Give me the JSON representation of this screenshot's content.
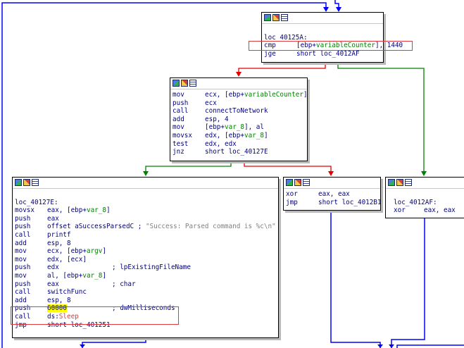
{
  "colors": {
    "edge_true": "#007f00",
    "edge_false": "#e00000",
    "edge_normal": "#0000ff",
    "highlight_box": "#e0393e",
    "code_text": "#000080",
    "var_text": "#008000",
    "string_text": "#808080"
  },
  "icons": [
    "graph-view-icon",
    "edit-node-icon",
    "list-view-icon"
  ],
  "node_top": {
    "label": "loc_40125A:",
    "l1": {
      "mn": "cmp",
      "a": "[ebp+",
      "v": "variableCounter",
      "b": "], 1440"
    },
    "l2": {
      "mn": "jge",
      "a": "short loc_4012AF"
    }
  },
  "node_mid": {
    "l1": {
      "mn": "mov",
      "a": "ecx, [ebp+",
      "v": "variableCounter",
      "b": "]"
    },
    "l2": {
      "mn": "push",
      "a": "ecx"
    },
    "l3": {
      "mn": "call",
      "a": "connectToNetwork"
    },
    "l4": {
      "mn": "add",
      "a": "esp, 4"
    },
    "l5": {
      "mn": "mov",
      "a": "[ebp+",
      "v": "var_8",
      "b": "], al"
    },
    "l6": {
      "mn": "movsx",
      "a": "edx, [ebp+",
      "v": "var_8",
      "b": "]"
    },
    "l7": {
      "mn": "test",
      "a": "edx, edx"
    },
    "l8": {
      "mn": "jnz",
      "a": "short loc_40127E"
    }
  },
  "node_left": {
    "label": "loc_40127E:",
    "l1": {
      "mn": "movsx",
      "a": "eax, [ebp+",
      "v": "var_8",
      "b": "]"
    },
    "l2": {
      "mn": "push",
      "a": "eax"
    },
    "l3": {
      "mn": "push",
      "a": "offset aSuccessParsedC ",
      "c": "; ",
      "s": "\"Success: Parsed command is %c\\n\""
    },
    "l4": {
      "mn": "call",
      "a": "printf"
    },
    "l5": {
      "mn": "add",
      "a": "esp, 8"
    },
    "l6": {
      "mn": "mov",
      "a": "ecx, [ebp+",
      "v": "argv",
      "b": "]"
    },
    "l7": {
      "mn": "mov",
      "a": "edx, [ecx]"
    },
    "l8": {
      "mn": "push",
      "a": "edx",
      "c": "; lpExistingFileName"
    },
    "l9": {
      "mn": "mov",
      "a": "al, [ebp+",
      "v": "var_8",
      "b": "]"
    },
    "l10": {
      "mn": "push",
      "a": "eax",
      "c": "; char"
    },
    "l11": {
      "mn": "call",
      "a": "switchFunc"
    },
    "l12": {
      "mn": "add",
      "a": "esp, 8"
    },
    "l13": {
      "mn": "push",
      "a": "60000",
      "c": "; dwMilliseconds"
    },
    "l14": {
      "mn": "call",
      "a": "ds:",
      "v": "Sleep"
    },
    "l15": {
      "mn": "jmp",
      "a": "short loc_401251"
    }
  },
  "node_xor": {
    "l1": {
      "mn": "xor",
      "a": "eax, eax"
    },
    "l2": {
      "mn": "jmp",
      "a": "short loc_4012B1"
    }
  },
  "node_right": {
    "label": "loc_4012AF:",
    "l1": {
      "mn": "xor",
      "a": "eax, eax"
    }
  }
}
